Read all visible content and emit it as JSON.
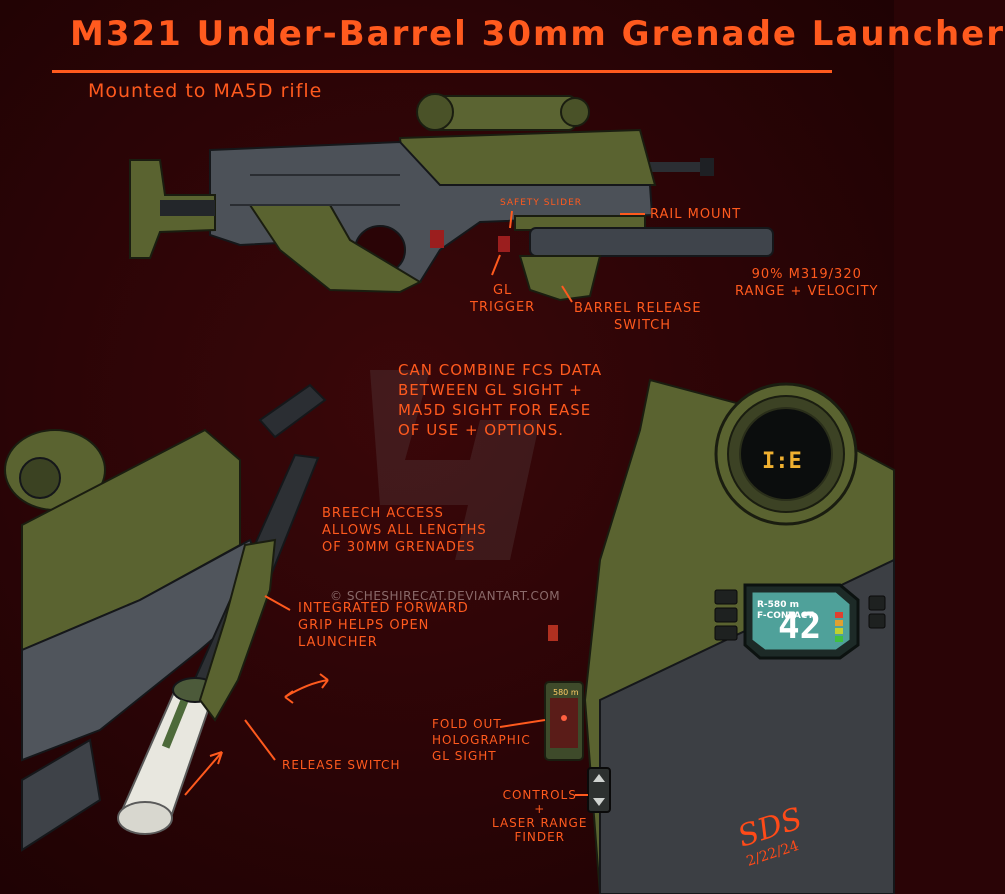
{
  "title": "M321 Under-Barrel 30mm Grenade Launcher",
  "subtitle": "Mounted to MA5D rifle",
  "annotations": {
    "safety_slider": "Safety slider",
    "rail_mount": "Rail Mount",
    "gl_trigger": [
      "GL",
      "Trigger"
    ],
    "barrel_release": [
      "Barrel release",
      "switch"
    ],
    "range_velocity": [
      "90% M319/320",
      "Range + Velocity"
    ],
    "fcs": [
      "Can combine FCS data",
      "between GL sight +",
      "MA5D sight for ease",
      "of use + options."
    ],
    "breech": [
      "Breech Access",
      "allows all lengths",
      "of 30mm Grenades"
    ],
    "grip": [
      "Integrated forward",
      "grip helps open",
      "launcher"
    ],
    "release_switch": "Release Switch",
    "holo_sight": [
      "Fold out",
      "holographic",
      "GL sight"
    ],
    "controls": [
      "Controls",
      "+",
      "Laser Range",
      "Finder"
    ]
  },
  "hud": {
    "line1": "R-580 m",
    "line2": "F-CONTACT",
    "ammo": "42",
    "holo_range": "580 m"
  },
  "watermark": "© SCHESHIRECAT.DEVIANTART.COM",
  "signature": {
    "initials": "SDS",
    "date": "2/22/24"
  },
  "colors": {
    "background": "#2a0406",
    "ink": "#ff5a1e",
    "olive": "#5a6330",
    "gunmetal": "#4a4f57"
  }
}
